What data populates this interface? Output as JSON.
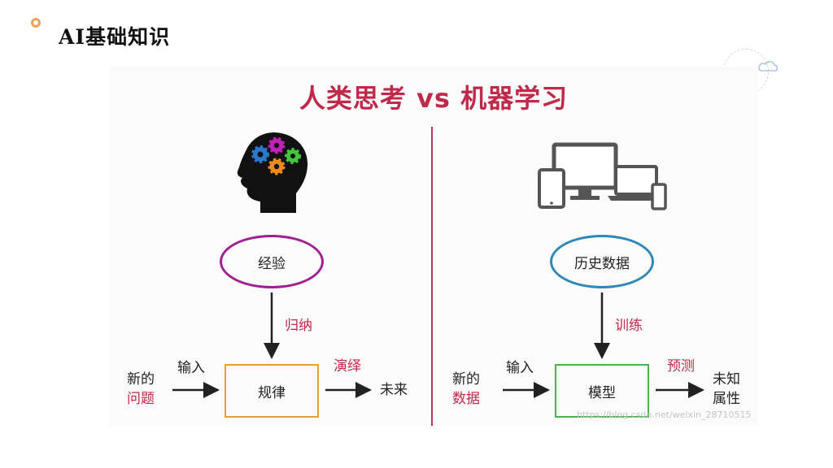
{
  "slide": {
    "title": "AI基础知识"
  },
  "figure": {
    "title": "人类思考 vs 机器学习",
    "left": {
      "oval_label": "经验",
      "arrow_label": "归纳",
      "box_label": "规律",
      "input_line1": "新的",
      "input_line2": "问题",
      "input_arrow_label": "输入",
      "output_arrow_label": "演绎",
      "output_label": "未来"
    },
    "right": {
      "oval_label": "历史数据",
      "arrow_label": "训练",
      "box_label": "模型",
      "input_line1": "新的",
      "input_line2": "数据",
      "input_arrow_label": "输入",
      "output_arrow_label": "预测",
      "output_line1": "未知",
      "output_line2": "属性"
    },
    "watermark": "https://blog.csdn.net/weixin_28710515"
  },
  "icons": [
    "head-with-gears-icon",
    "devices-icon"
  ],
  "colors": {
    "title_red": "#c0294a",
    "divider": "#b8385a",
    "oval_left": "#a0208e",
    "oval_right": "#2f87b6",
    "box_left": "#e0a33a",
    "box_right": "#4caf50",
    "bullet": "#f0a15a"
  }
}
